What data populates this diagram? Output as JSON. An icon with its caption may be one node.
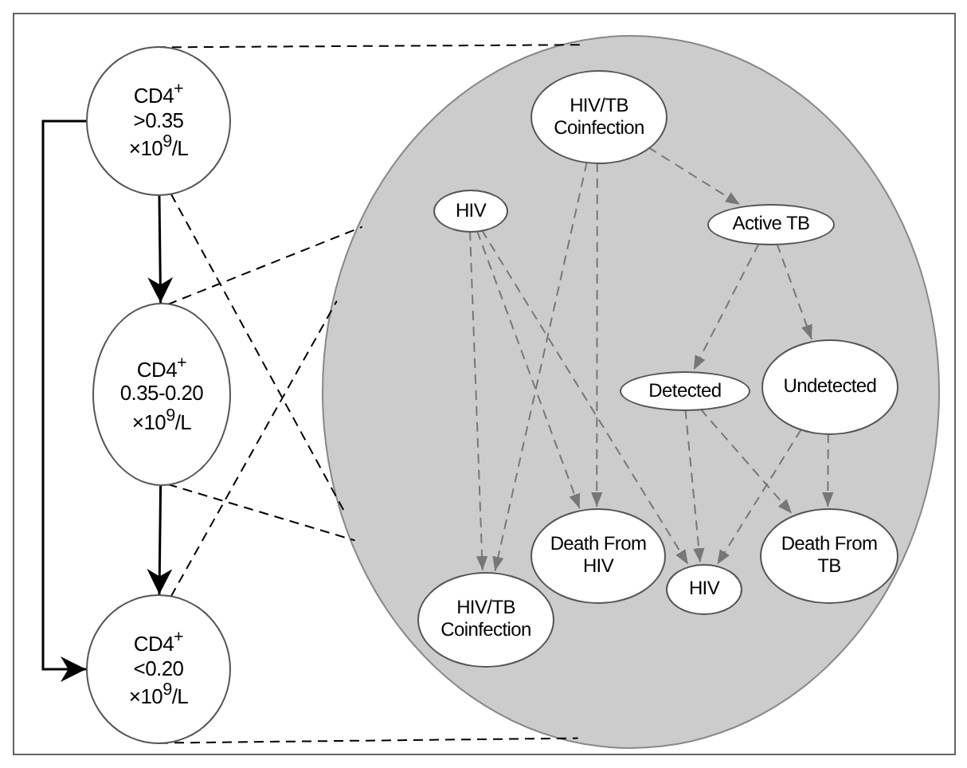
{
  "diagram": {
    "nodes": [
      {
        "text": [
          "CD4$^{+}$ >0.35 ×10$^{9}$/L"
        ]
      },
      {
        "text": [
          "CD4$^{+}$ 0.35-0.20 ×10$^{9}$/L"
        ]
      },
      {
        "text": [
          "CD4$^{+}$ <0.20 ×10$^{9}$/L"
        ]
      },
      {
        "text": [],
        "shape": "circle"
      },
      {
        "text": [
          "HIV/TB Coinfection"
        ],
        "in": 3
      },
      {
        "text": [
          "HIV"
        ],
        "in": 3
      },
      {
        "text": [
          "Active TB"
        ],
        "in": 3
      },
      {
        "text": [
          "Detected"
        ],
        "in": 3
      },
      {
        "text": [
          "Undetected"
        ],
        "in": 3
      },
      {
        "text": [
          "Death From HIV"
        ],
        "in": 3
      },
      {
        "text": [
          "HIV"
        ],
        "in": 3
      },
      {
        "text": [
          "Death From TB"
        ],
        "in": 3
      },
      {
        "text": [
          "HIV/TB Coinfection"
        ],
        "in": 3
      }
    ],
    "edges": [
      {
        "from": 0,
        "to": 1,
        "arrow": "to",
        "color": "#000000"
      },
      {
        "from": 1,
        "to": 2,
        "arrow": "to",
        "color": "#000000"
      },
      {
        "from": 0,
        "to": 2,
        "arrow": "to",
        "color": "#000000"
      },
      {
        "from": 0,
        "to": 3,
        "arrow": "none",
        "style": "dashed",
        "color": "#000000"
      },
      {
        "from": 0,
        "to": 3,
        "arrow": "none",
        "style": "dashed",
        "color": "#000000"
      },
      {
        "from": 1,
        "to": 3,
        "arrow": "none",
        "style": "dashed",
        "color": "#000000"
      },
      {
        "from": 1,
        "to": 3,
        "arrow": "none",
        "style": "dashed",
        "color": "#000000"
      },
      {
        "from": 2,
        "to": 3,
        "arrow": "none",
        "style": "dashed",
        "color": "#000000"
      },
      {
        "from": 2,
        "to": 3,
        "arrow": "none",
        "style": "dashed",
        "color": "#000000"
      },
      {
        "from": 4,
        "to": 6,
        "arrow": "to",
        "style": "dashed"
      },
      {
        "from": 4,
        "to": 12,
        "arrow": "to",
        "style": "dashed"
      },
      {
        "from": 4,
        "to": 9,
        "arrow": "to",
        "style": "dashed"
      },
      {
        "from": 5,
        "to": 12,
        "arrow": "to",
        "style": "dashed"
      },
      {
        "from": 5,
        "to": 9,
        "arrow": "to",
        "style": "dashed"
      },
      {
        "from": 5,
        "to": 10,
        "arrow": "to",
        "style": "dashed"
      },
      {
        "from": 6,
        "to": 7,
        "arrow": "to",
        "style": "dashed"
      },
      {
        "from": 6,
        "to": 8,
        "arrow": "to",
        "style": "dashed"
      },
      {
        "from": 7,
        "to": 10,
        "arrow": "to",
        "style": "dashed"
      },
      {
        "from": 7,
        "to": 11,
        "arrow": "to",
        "style": "dashed"
      },
      {
        "from": 8,
        "to": 10,
        "arrow": "to",
        "style": "dashed"
      },
      {
        "from": 8,
        "to": 11,
        "arrow": "to",
        "style": "dashed"
      }
    ]
  }
}
